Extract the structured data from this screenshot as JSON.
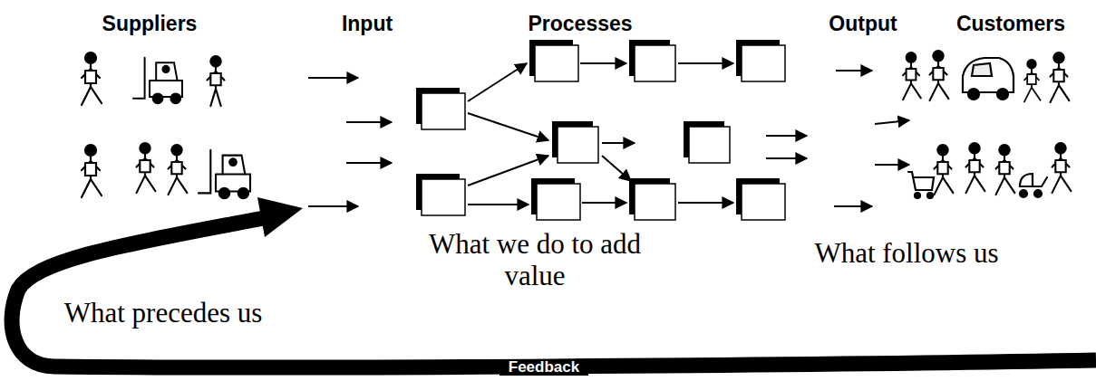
{
  "diagram": {
    "nodes": [
      {
        "text": [
          "Feedback"
        ]
      }
    ],
    "labels": [
      "Suppliers",
      "Input",
      "Processes",
      "Output",
      "Customers",
      "What we do to add value",
      "What follows us",
      "What precedes us"
    ]
  }
}
